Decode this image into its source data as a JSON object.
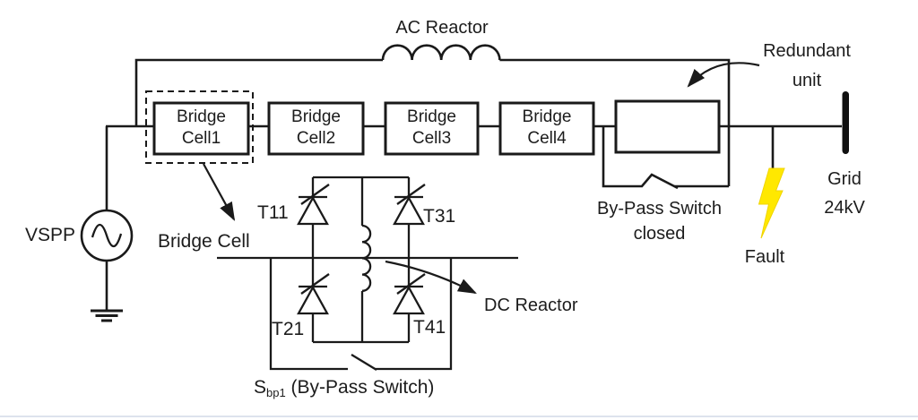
{
  "diagram": {
    "source": {
      "label": "VSPP"
    },
    "ac_reactor": {
      "label": "AC Reactor"
    },
    "bridge_cells": [
      {
        "line1": "Bridge",
        "line2": "Cell1"
      },
      {
        "line1": "Bridge",
        "line2": "Cell2"
      },
      {
        "line1": "Bridge",
        "line2": "Cell3"
      },
      {
        "line1": "Bridge",
        "line2": "Cell4"
      }
    ],
    "redundant_unit": {
      "line1": "Redundant",
      "line2": "unit"
    },
    "bypass_closed": {
      "line1": "By-Pass Switch",
      "line2": "closed"
    },
    "grid": {
      "line1": "Grid",
      "line2": "24kV"
    },
    "fault": {
      "label": "Fault"
    },
    "detail": {
      "label": "Bridge Cell",
      "thyristors": {
        "t11": "T11",
        "t31": "T31",
        "t21": "T21",
        "t41": "T41"
      },
      "dc_reactor_label": "DC Reactor",
      "bypass_switch": {
        "base": "S",
        "sub": "bp1",
        "rest": " (By-Pass Switch)"
      }
    },
    "colors": {
      "line": "#1a1a1a",
      "fault_fill": "#ffe800",
      "fault_edge": "#f0d400",
      "background": "#ffffff"
    }
  }
}
